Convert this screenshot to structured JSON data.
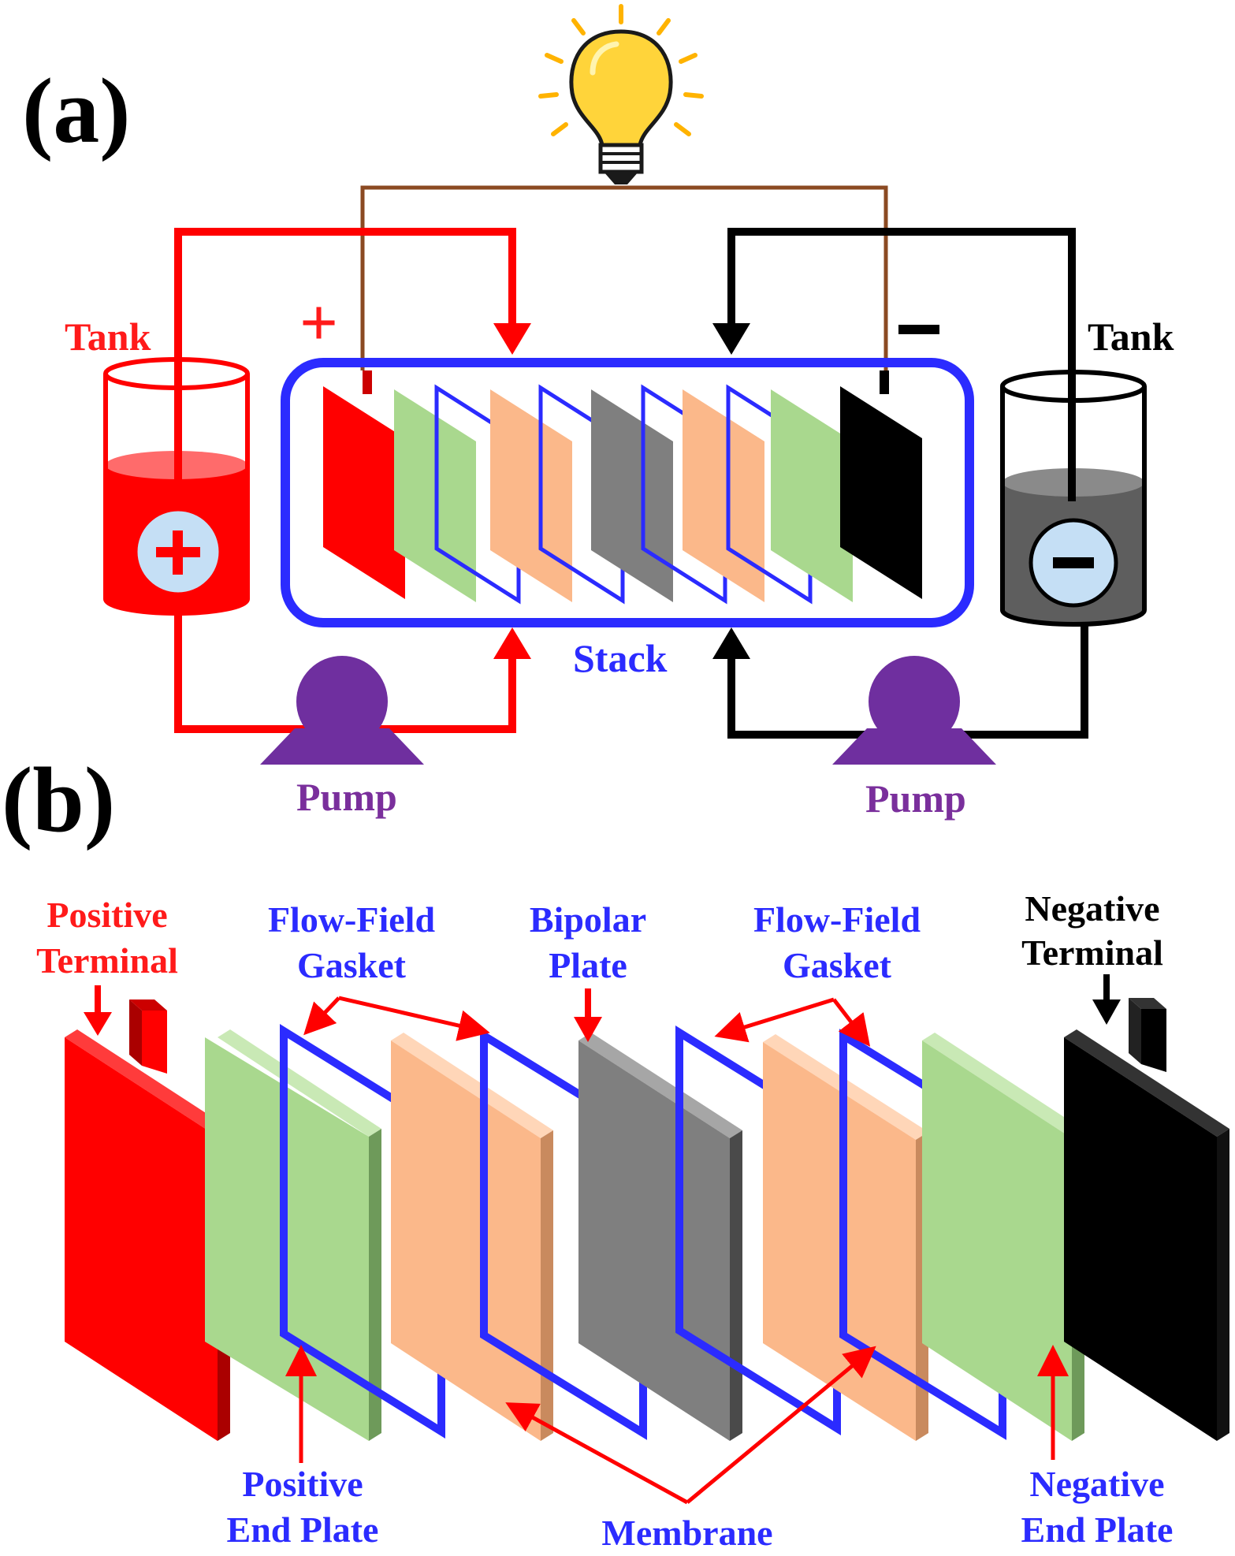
{
  "panel_a": {
    "label": "(a)",
    "tank_positive_label": "Tank",
    "tank_negative_label": "Tank",
    "stack_label": "Stack",
    "pump_left_label": "Pump",
    "pump_right_label": "Pump",
    "plus_terminal_sign": "+",
    "minus_terminal_sign": "−",
    "tank_positive_sign": "+",
    "tank_negative_sign": "−"
  },
  "panel_b": {
    "label": "(b)",
    "positive_terminal": [
      "Positive",
      "Terminal"
    ],
    "flow_field_gasket_left": [
      "Flow-Field",
      "Gasket"
    ],
    "bipolar_plate": [
      "Bipolar",
      "Plate"
    ],
    "flow_field_gasket_right": [
      "Flow-Field",
      "Gasket"
    ],
    "negative_terminal": [
      "Negative",
      "Terminal"
    ],
    "positive_end_plate": [
      "Positive",
      "End Plate"
    ],
    "membrane": "Membrane",
    "negative_end_plate": [
      "Negative",
      "End Plate"
    ]
  },
  "colors": {
    "positive": "#ff0000",
    "negative": "#000000",
    "stack": "#2b2bff",
    "pump": "#6f2f9f",
    "end_plate": "#a9d88e",
    "membrane": "#fbb88a",
    "bipolar": "#7f7f7f",
    "wire": "#8b4a22",
    "bulb": "#ffd43a"
  }
}
